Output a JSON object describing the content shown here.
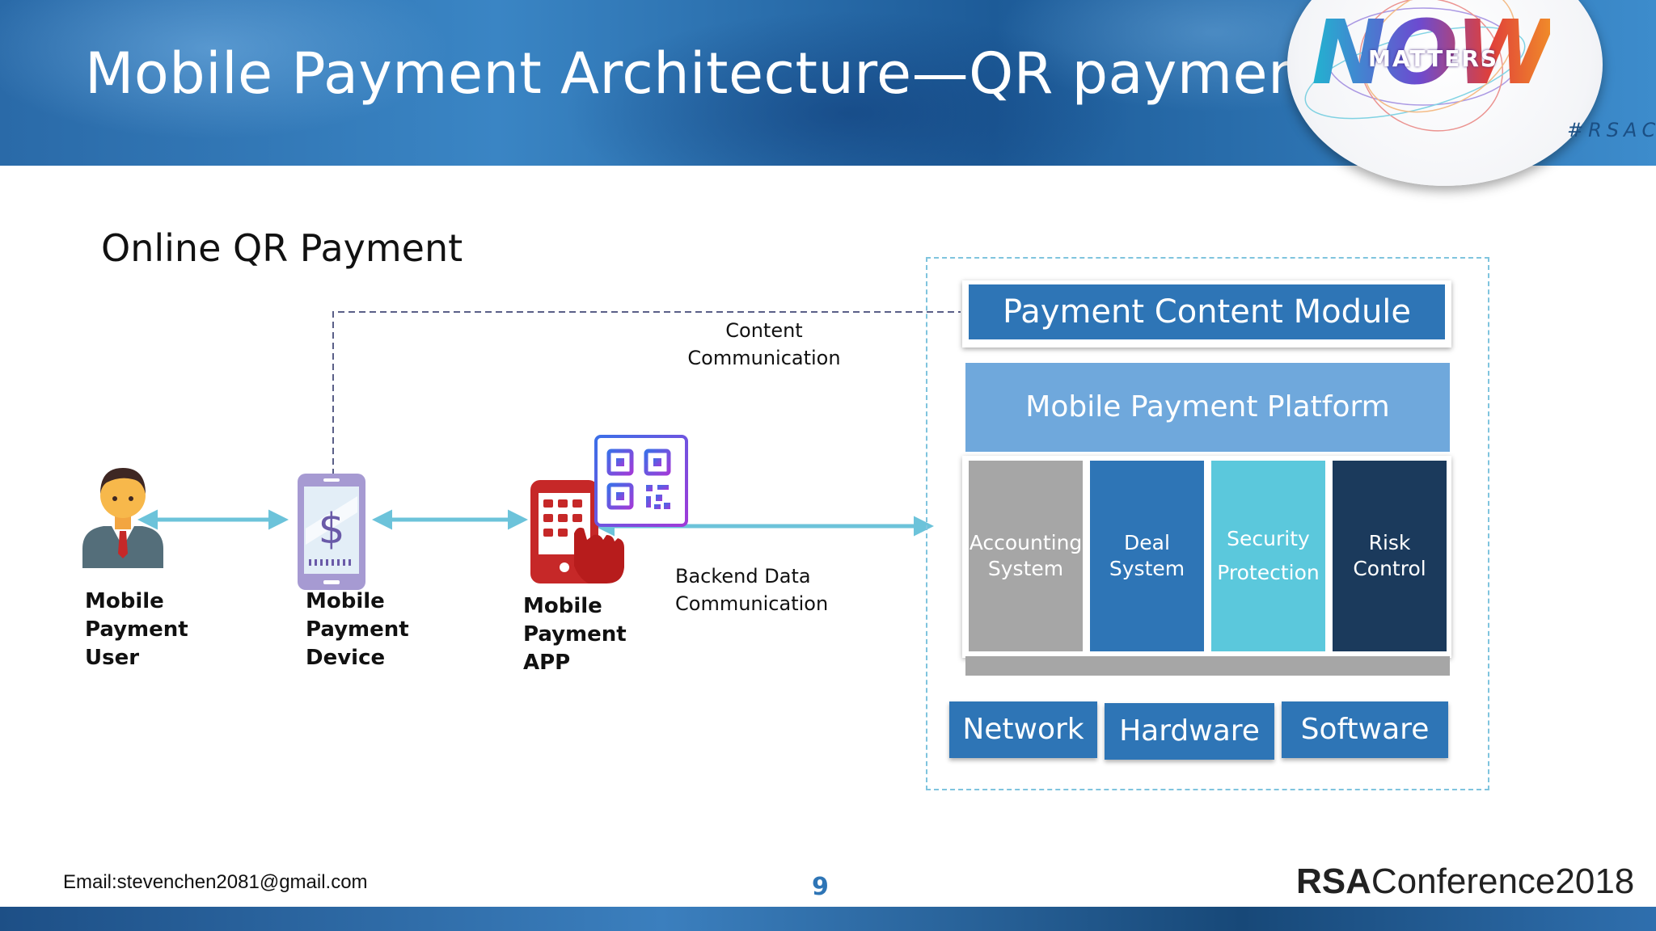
{
  "header": {
    "title": "Mobile Payment Architecture—QR payment",
    "badge": {
      "big_text": "NOW",
      "overlay_text": "MATTERS",
      "hashtag": "#RSAC"
    }
  },
  "subtitle": "Online QR Payment",
  "actors": {
    "user": {
      "label_lines": [
        "Mobile",
        "Payment",
        "User"
      ]
    },
    "device": {
      "label_lines": [
        "Mobile",
        "Payment",
        "Device"
      ]
    },
    "app": {
      "label_lines": [
        "Mobile",
        "Payment",
        "APP"
      ]
    }
  },
  "connections": {
    "content": {
      "label_lines": [
        "Content",
        "Communication"
      ]
    },
    "backend": {
      "label_lines": [
        "Backend Data",
        "Communication"
      ]
    }
  },
  "platform": {
    "content_module": "Payment Content Module",
    "platform_label": "Mobile Payment Platform",
    "modules": [
      {
        "lines": [
          "Accounting",
          "System"
        ],
        "color": "#a6a6a6"
      },
      {
        "lines": [
          "Deal",
          "System"
        ],
        "color": "#2e75b6"
      },
      {
        "lines": [
          "Security",
          "Protection"
        ],
        "color": "#5bc8dc"
      },
      {
        "lines": [
          "Risk",
          "Control"
        ],
        "color": "#1b3a5c"
      }
    ],
    "infrastructure": [
      "Network",
      "Hardware",
      "Software"
    ]
  },
  "icons": {
    "user": "businessman-icon",
    "device": "smartphone-dollar-icon",
    "app": "mobile-app-touch-icon",
    "qr": "qr-code-icon"
  },
  "colors": {
    "primary_blue": "#2e75b6",
    "light_blue": "#6fa8dc",
    "arrow": "#6cc3da",
    "dashed_line": "#5a5f88"
  },
  "footer": {
    "email": "Email:stevenchen2081@gmail.com",
    "page_number": "9",
    "logo_bold": "RSA",
    "logo_light": "Conference2018"
  }
}
